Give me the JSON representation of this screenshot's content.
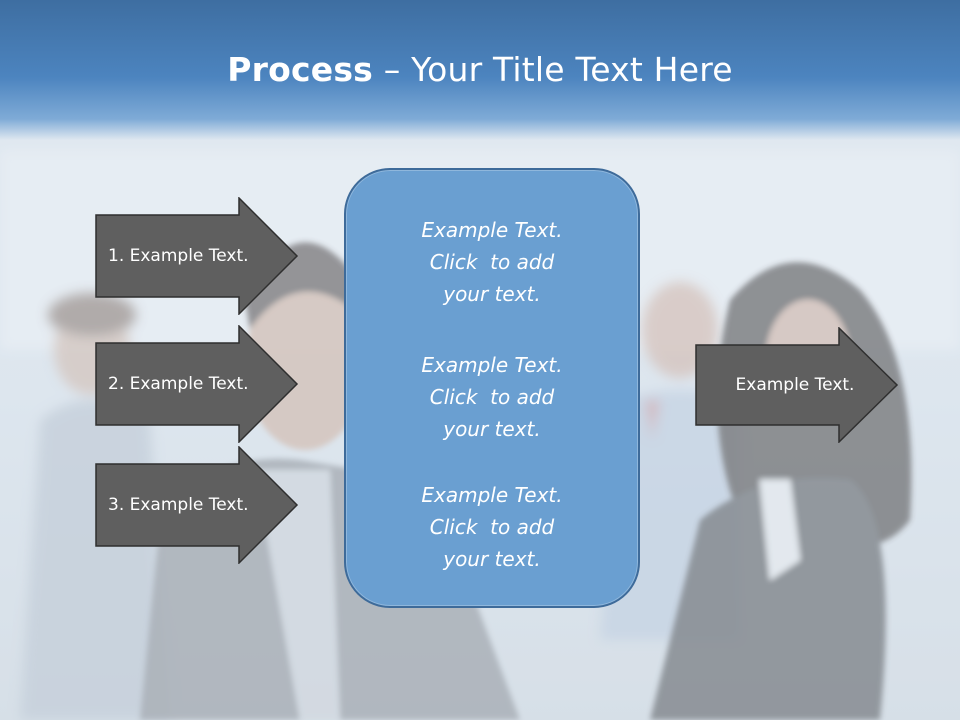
{
  "slide": {
    "title_bold": "Process",
    "title_rest": " – Your Title Text Here"
  },
  "left_arrows": [
    {
      "label": "1. Example Text."
    },
    {
      "label": "2. Example Text."
    },
    {
      "label": "3. Example Text."
    }
  ],
  "center_box": {
    "blocks": [
      {
        "line1": "Example Text.",
        "line2": "Click  to add",
        "line3": "your text."
      },
      {
        "line1": "Example Text.",
        "line2": "Click  to add",
        "line3": "your text."
      },
      {
        "line1": "Example Text.",
        "line2": "Click  to add",
        "line3": "your text."
      }
    ]
  },
  "right_arrow": {
    "label": "Example Text."
  },
  "colors": {
    "header": "#4c84bf",
    "arrow_fill": "#5f5f5f",
    "center_fill": "#6a9fd1"
  }
}
